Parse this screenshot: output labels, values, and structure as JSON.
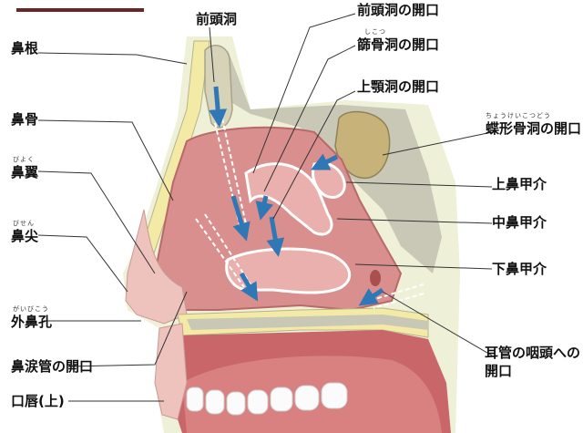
{
  "labels": {
    "frontal_sinus": "前頭洞",
    "frontal_sinus_opening": "前頭洞の開口",
    "ethmoid_opening": "篩骨洞の開口",
    "ethmoid_ruby": "しこつ",
    "maxillary_opening": "上顎洞の開口",
    "sphenoid_opening": "蝶形骨洞の開口",
    "sphenoid_ruby": "ちょうけいこつどう",
    "superior_concha": "上鼻甲介",
    "middle_concha": "中鼻甲介",
    "inferior_concha": "下鼻甲介",
    "eustachian_line1": "耳管の咽頭への",
    "eustachian_line2": "開口",
    "nasal_root": "鼻根",
    "nasal_bone": "鼻骨",
    "ala": "鼻翼",
    "ala_ruby": "びよく",
    "tip": "鼻尖",
    "tip_ruby": "びせん",
    "nostril": "外鼻孔",
    "nostril_ruby": "がいびこう",
    "nasolacrimal_opening": "鼻涙管の開口",
    "upper_lip": "口唇(上)"
  },
  "colors": {
    "cavity": "#d98f8d",
    "mucosa": "#e9b0ad",
    "bone_yellow": "#f3eaa6",
    "bone_gray": "#c9c8b6",
    "skin": "#eec3bd",
    "arrow_blue": "#2f78b5",
    "mouth": "#c8666a",
    "teeth": "#fbfbfb"
  }
}
